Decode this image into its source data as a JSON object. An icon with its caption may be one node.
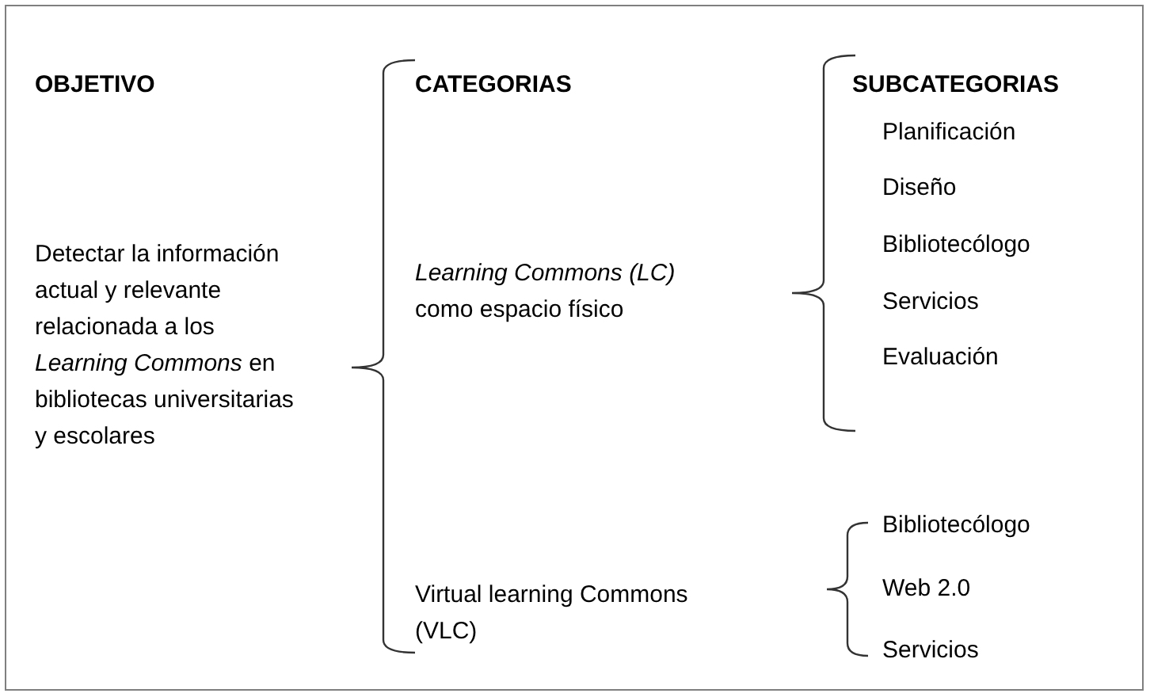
{
  "diagram": {
    "labels": [
      "OBJETIVO",
      "Detectar la información actual y relevante relacionada a los *Learning Commons* en bibliotecas universitarias y escolares",
      "CATEGORIAS",
      "*Learning Commons (LC)* como espacio físico",
      "Virtual learning Commons (VLC)",
      "SUBCATEGORIAS",
      "Planificación",
      "Diseño",
      "Bibliotecólogo",
      "Servicios",
      "Evaluación",
      "Bibliotecólogo",
      "Web 2.0",
      "Servicios"
    ]
  }
}
